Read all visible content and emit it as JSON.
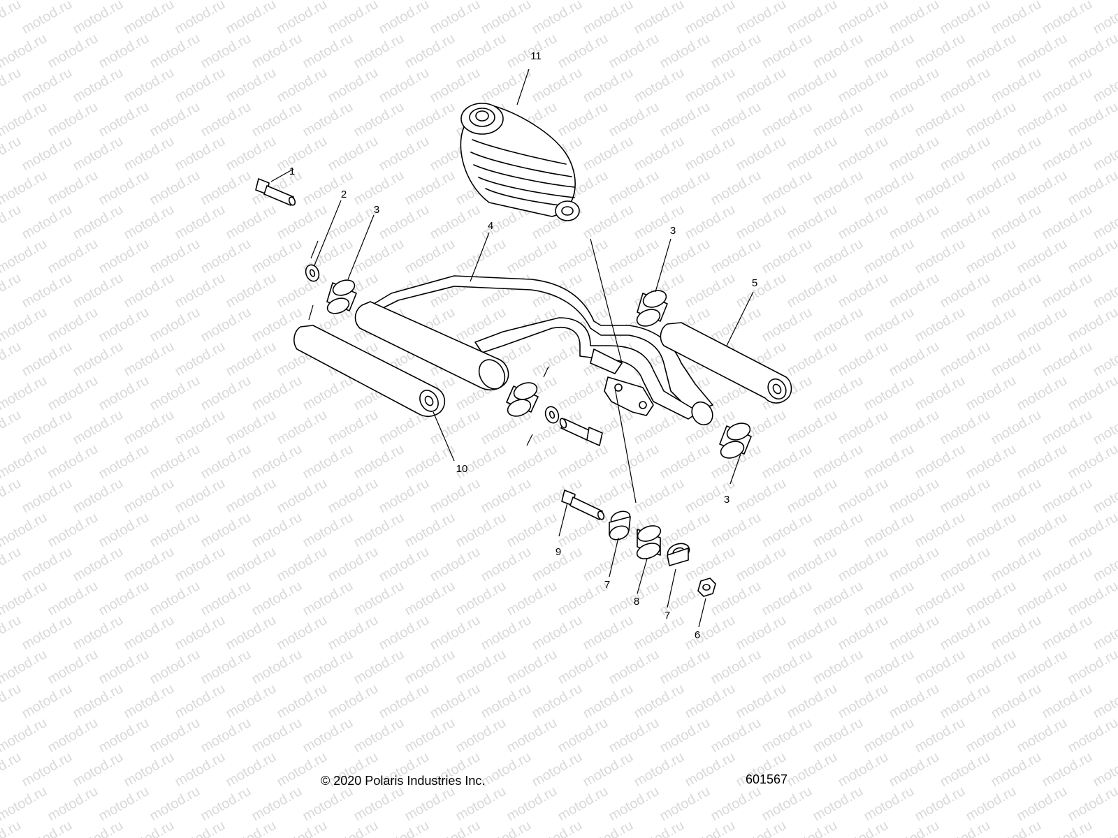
{
  "watermark": {
    "text": "motod.ru"
  },
  "callouts": [
    {
      "id": "c1",
      "label": "1"
    },
    {
      "id": "c2",
      "label": "2"
    },
    {
      "id": "c3a",
      "label": "3"
    },
    {
      "id": "c4",
      "label": "4"
    },
    {
      "id": "c3b",
      "label": "3"
    },
    {
      "id": "c5",
      "label": "5"
    },
    {
      "id": "c3c",
      "label": "3"
    },
    {
      "id": "c6",
      "label": "6"
    },
    {
      "id": "c7a",
      "label": "7"
    },
    {
      "id": "c7b",
      "label": "7"
    },
    {
      "id": "c8",
      "label": "8"
    },
    {
      "id": "c9",
      "label": "9"
    },
    {
      "id": "c10",
      "label": "10"
    },
    {
      "id": "c11",
      "label": "11"
    }
  ],
  "footer": {
    "copyright": "© 2020 Polaris Industries Inc.",
    "diagram_number": "601567"
  }
}
